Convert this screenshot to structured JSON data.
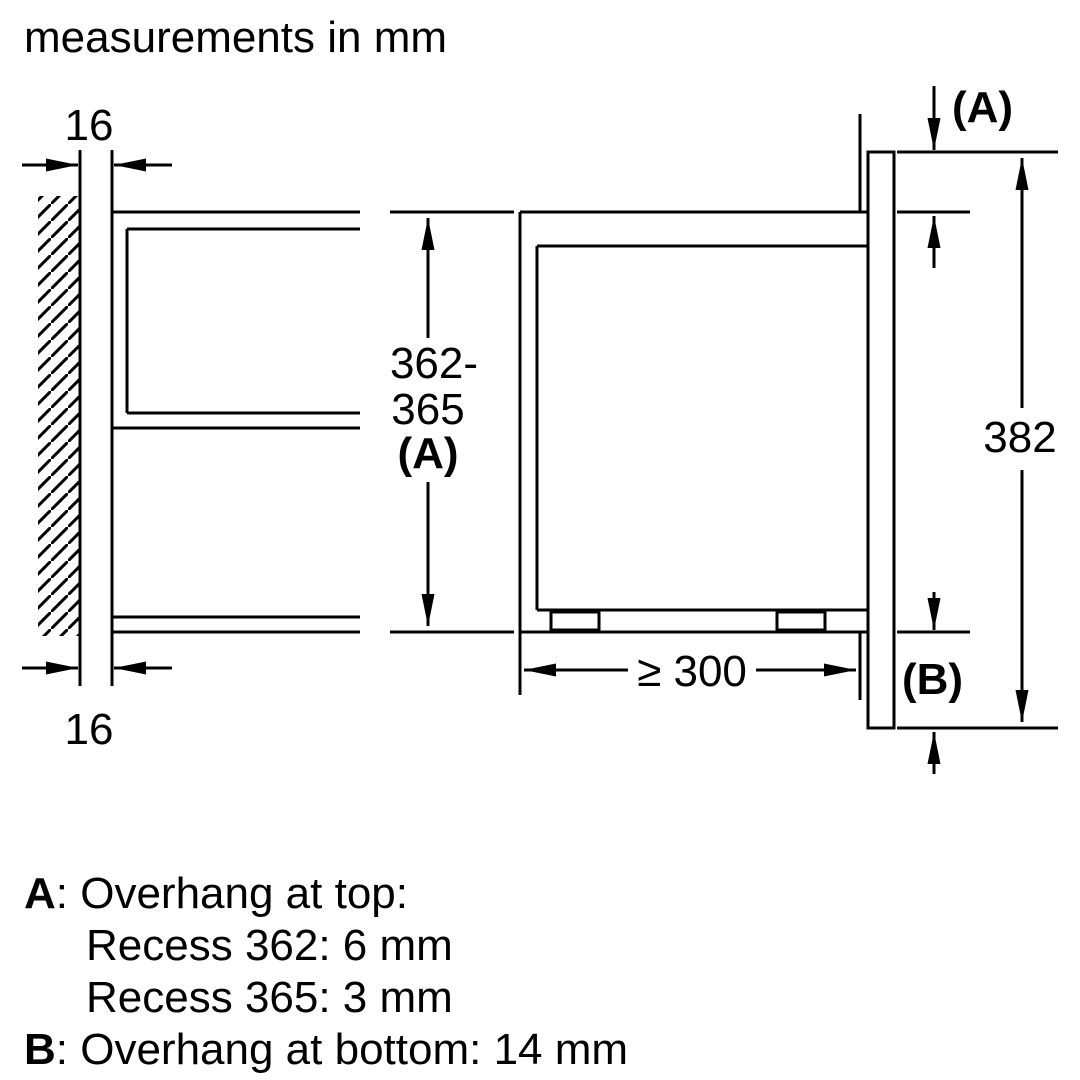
{
  "title": "measurements in mm",
  "diagram": {
    "dim_wall_gap_top": "16",
    "dim_wall_gap_bottom": "16",
    "dim_niche_height_line1": "362-",
    "dim_niche_height_line2": "365",
    "dim_niche_height_line3": "(A)",
    "dim_depth": "≥ 300",
    "dim_frame_height": "382",
    "label_overhang_top": "(A)",
    "label_overhang_bottom": "(B)"
  },
  "notes": {
    "a_key": "A",
    "a_text": ": Overhang at top:",
    "a_detail1": "Recess 362: 6 mm",
    "a_detail2": "Recess 365: 3 mm",
    "b_key": "B",
    "b_text": ": Overhang at bottom: 14 mm"
  },
  "colors": {
    "line": "#000000",
    "background": "#ffffff"
  }
}
